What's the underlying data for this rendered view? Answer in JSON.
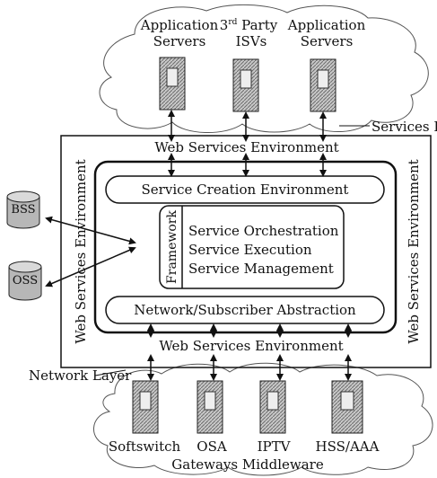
{
  "top_servers": [
    {
      "line1": "Application",
      "line2": "Servers"
    },
    {
      "line1": "3",
      "sup": "rd",
      "line1_rest": " Party",
      "line2": "ISVs"
    },
    {
      "line1": "Application",
      "line2": "Servers"
    }
  ],
  "services_layer": "Services Layer",
  "web_env_top": "Web Services Environment",
  "web_env_bottom": "Web Services Environment",
  "web_env_left": "Web Services Environment",
  "web_env_right": "Web Services Environment",
  "sce": "Service Creation Environment",
  "framework": "Framework",
  "core_lines": [
    "Service Orchestration",
    "Service Execution",
    "Service Management"
  ],
  "nsa": "Network/Subscriber Abstraction",
  "databases": [
    "BSS",
    "OSS"
  ],
  "network_layer": "Network Layer",
  "bottom_servers": [
    "Softswitch",
    "OSA",
    "IPTV",
    "HSS/AAA"
  ],
  "gateways": "Gateways Middleware"
}
